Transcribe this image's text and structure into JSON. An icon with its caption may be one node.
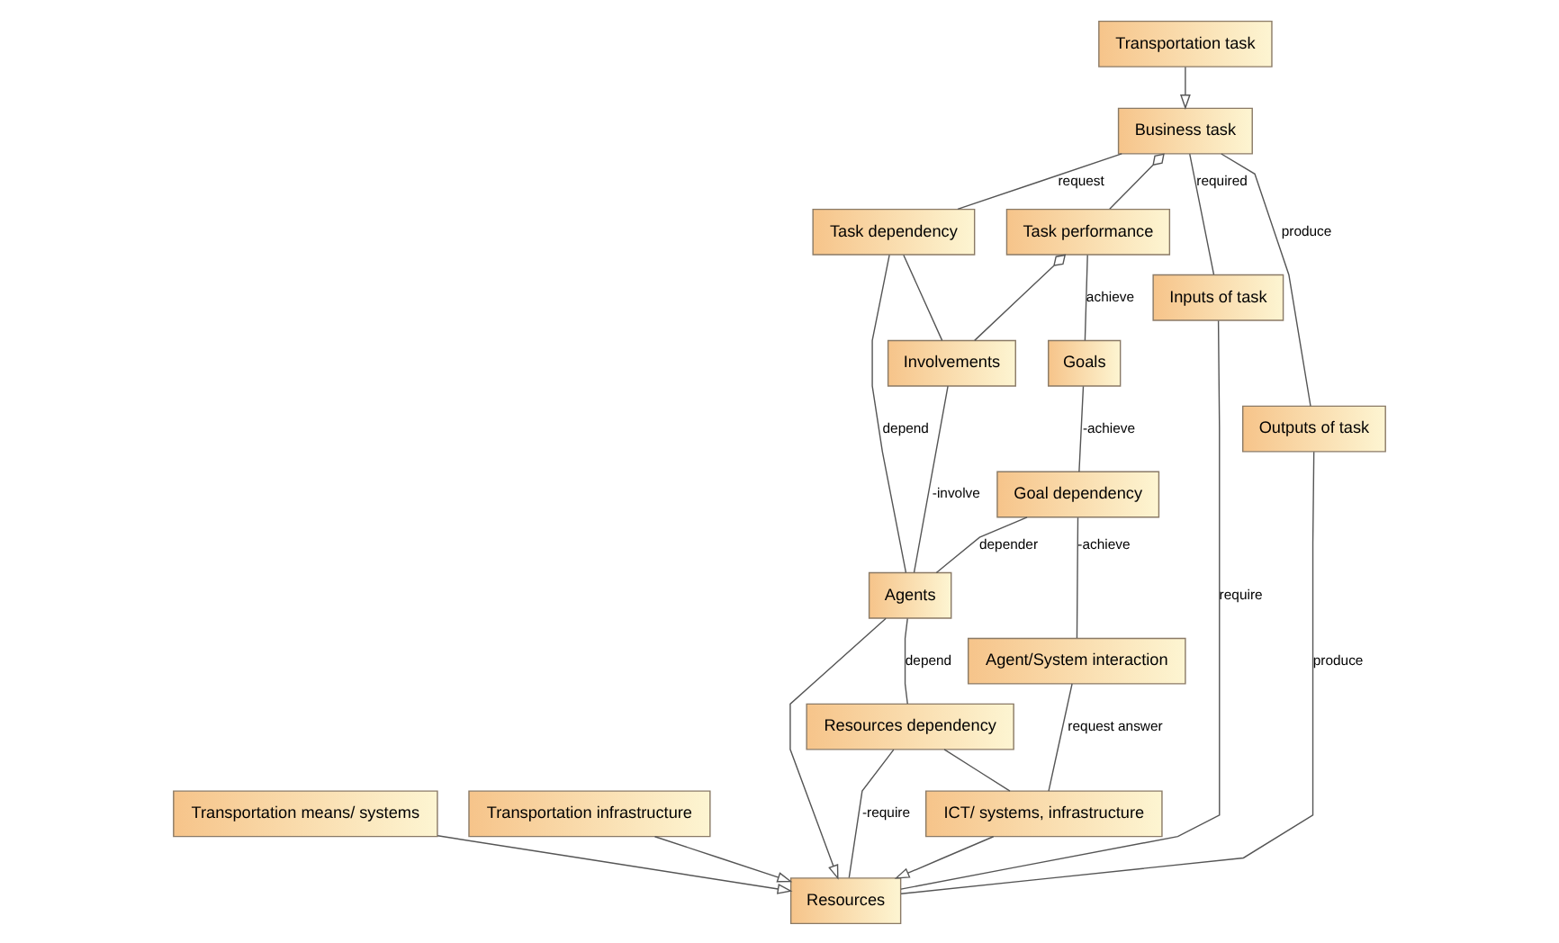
{
  "diagram": {
    "nodes": [
      {
        "text": [
          "Business task"
        ]
      },
      {
        "text": [
          "Transportation task"
        ]
      },
      {
        "text": [
          "Task dependency"
        ]
      },
      {
        "text": [
          "Task performance"
        ]
      },
      {
        "text": [
          "Goals"
        ]
      },
      {
        "text": [
          "Inputs of task"
        ]
      },
      {
        "text": [
          "Involvements"
        ]
      },
      {
        "text": [
          "Goal dependency"
        ]
      },
      {
        "text": [
          "Agents"
        ]
      },
      {
        "text": [
          "Agent/System interaction"
        ]
      },
      {
        "text": [
          "Resources dependency"
        ]
      },
      {
        "text": [
          "ICT/ systems, infrastructure"
        ]
      },
      {
        "text": [
          "Outputs of task"
        ]
      },
      {
        "text": [
          "Resources"
        ]
      },
      {
        "text": [
          "Transportation means/ systems"
        ]
      },
      {
        "text": [
          "Transportation infrastructure"
        ]
      }
    ],
    "edges": [
      {
        "from": 1,
        "to": 0,
        "arrow": "to"
      },
      {
        "from": 0,
        "to": 12,
        "arrow": "none",
        "label": "produce"
      },
      {
        "from": 0,
        "to": 5,
        "arrow": "none",
        "label": "required"
      },
      {
        "from": 0,
        "to": 2,
        "arrow": "none",
        "label": "request"
      },
      {
        "from": 0,
        "to": 3,
        "arrow": "other"
      },
      {
        "from": 3,
        "to": 4,
        "arrow": "none",
        "label": "achieve"
      },
      {
        "from": 3,
        "to": 6,
        "arrow": "other"
      },
      {
        "from": 2,
        "to": 6,
        "arrow": "none"
      },
      {
        "from": 2,
        "to": 8,
        "arrow": "none",
        "label": "depend"
      },
      {
        "from": 4,
        "to": 7,
        "arrow": "none",
        "label": "-achieve"
      },
      {
        "from": 6,
        "to": 8,
        "arrow": "none",
        "label": "-involve"
      },
      {
        "from": 7,
        "to": 8,
        "arrow": "none",
        "label": "depender"
      },
      {
        "from": 7,
        "to": 9,
        "arrow": "none",
        "label": "-achieve"
      },
      {
        "from": 5,
        "to": 13,
        "arrow": "none",
        "label": "require"
      },
      {
        "from": 8,
        "to": 13,
        "arrow": "to"
      },
      {
        "from": 8,
        "to": 10,
        "arrow": "none",
        "label": "depend"
      },
      {
        "from": 10,
        "to": 11,
        "arrow": "none"
      },
      {
        "from": 9,
        "to": 11,
        "arrow": "none",
        "label": "request answer"
      },
      {
        "from": 10,
        "to": 13,
        "arrow": "none",
        "label": "-require"
      },
      {
        "from": 11,
        "to": 13,
        "arrow": "to"
      },
      {
        "from": 12,
        "to": 13,
        "arrow": "none",
        "label": "produce"
      },
      {
        "from": 14,
        "to": 13,
        "arrow": "to"
      },
      {
        "from": 15,
        "to": 13,
        "arrow": "to"
      }
    ]
  }
}
